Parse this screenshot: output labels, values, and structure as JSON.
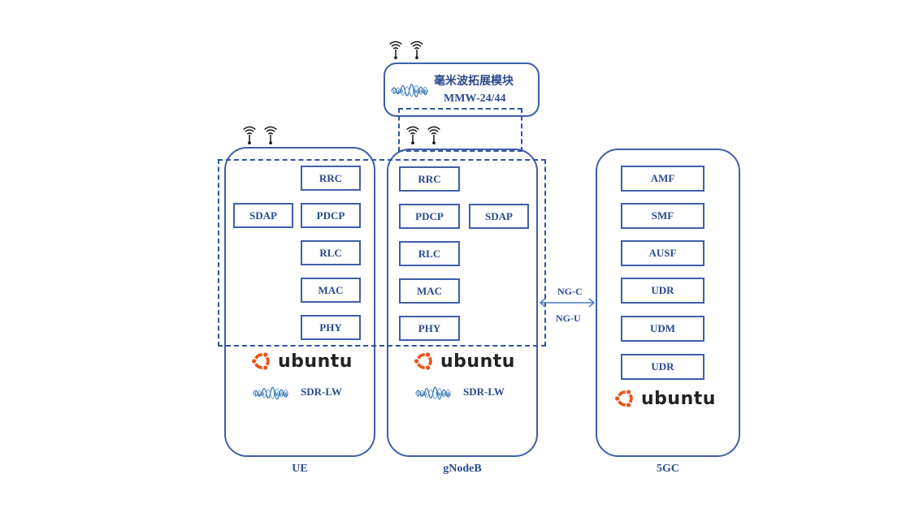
{
  "mmw_module": {
    "title": "毫米波拓展模块",
    "model": "MMW-24/44"
  },
  "ue": {
    "label": "UE",
    "boxes": [
      "RRC",
      "SDAP",
      "PDCP",
      "RLC",
      "MAC",
      "PHY"
    ],
    "os": "ubuntu",
    "sdr": "SDR-LW"
  },
  "gnb": {
    "label": "gNodeB",
    "boxes": [
      "RRC",
      "PDCP",
      "SDAP",
      "RLC",
      "MAC",
      "PHY"
    ],
    "os": "ubuntu",
    "sdr": "SDR-LW"
  },
  "core": {
    "label": "5GC",
    "boxes": [
      "AMF",
      "SMF",
      "AUSF",
      "UDR",
      "UDM",
      "UDR"
    ],
    "os": "ubuntu"
  },
  "link": {
    "control": "NG-C",
    "user": "NG-U"
  },
  "colors": {
    "primary": "#3f5fa9",
    "text": "#2b4a8f",
    "ubuntu_orange": "#e95420"
  },
  "icons": [
    "antenna-icon",
    "luowave-logo-icon",
    "ubuntu-logo-icon",
    "double-arrow-icon"
  ]
}
